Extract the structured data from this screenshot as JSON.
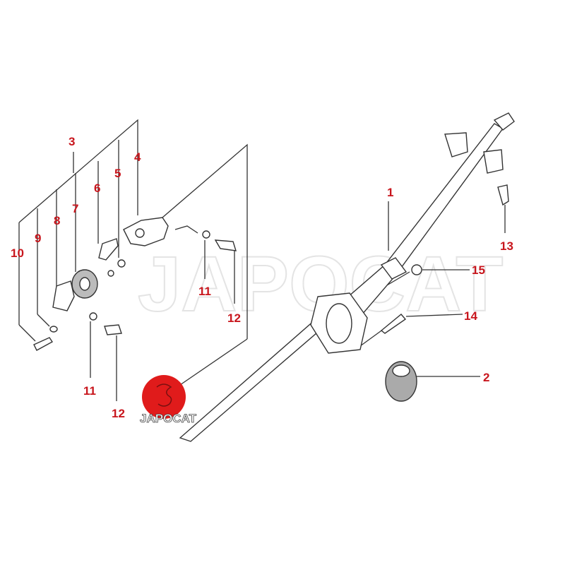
{
  "diagram": {
    "watermark": "JAPOCAT",
    "logo_text": "JAPOCAT",
    "colors": {
      "label": "#c8161d",
      "logo": "#e01b1b",
      "line": "#333333"
    },
    "callouts": {
      "p1": "1",
      "p2": "2",
      "p3": "3",
      "p4": "4",
      "p5": "5",
      "p6": "6",
      "p7": "7",
      "p8": "8",
      "p9": "9",
      "p10": "10",
      "p11a": "11",
      "p12a": "12",
      "p11b": "11",
      "p12b": "12",
      "p13": "13",
      "p14": "14",
      "p15": "15"
    }
  }
}
